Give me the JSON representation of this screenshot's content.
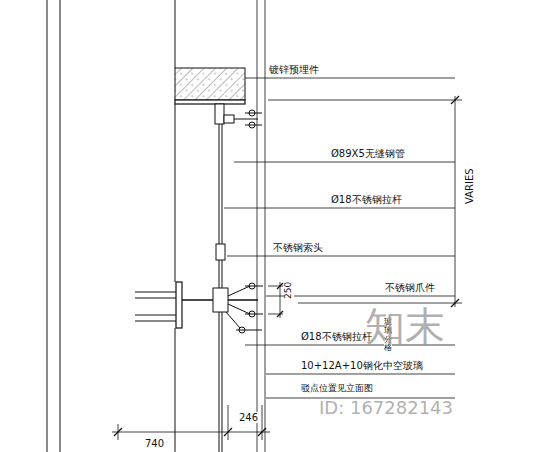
{
  "diagram": {
    "labels": [
      "镀锌预埋件",
      "Ø89X5无缝钢管",
      "Ø18不锈钢拉杆",
      "不锈钢索头",
      "不锈钢爪件",
      "VARIES",
      "250",
      "Ø18不锈钢拉杆",
      "10+12A+10钢化中空玻璃",
      "驳点位置见立面图",
      "玻璃分格",
      "246",
      "740",
      "知末",
      "ID: 167282143"
    ]
  }
}
